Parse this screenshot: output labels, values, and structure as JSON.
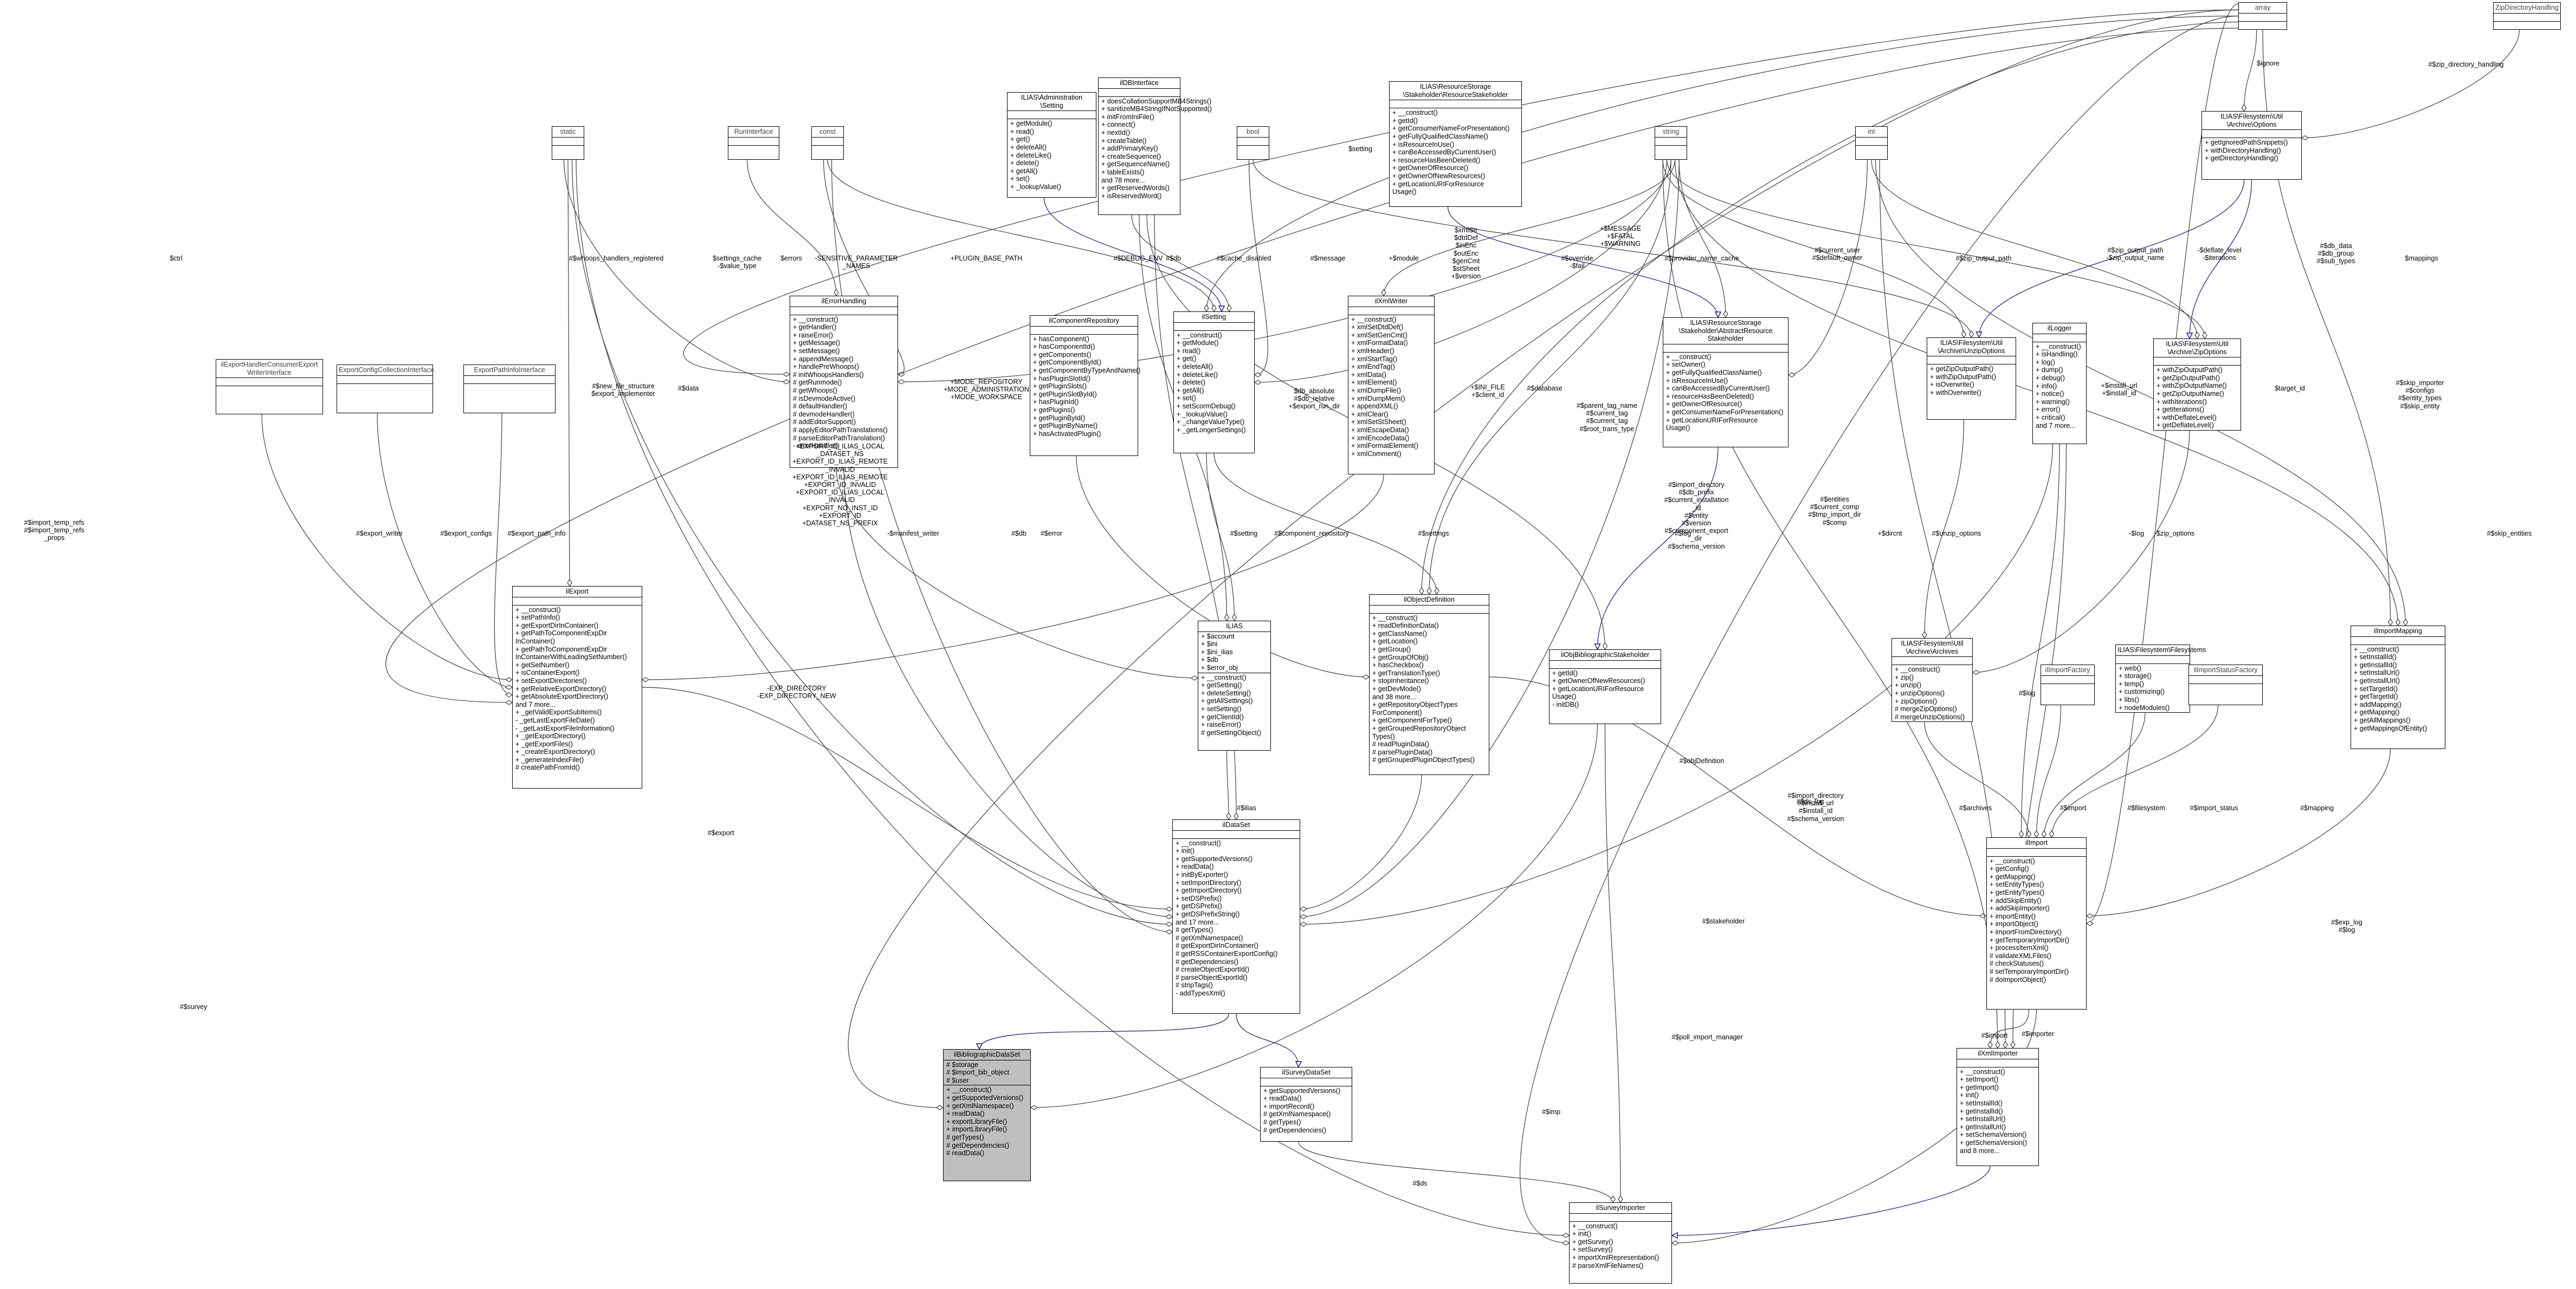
{
  "nodes": [
    {
      "id": "array",
      "title": "array",
      "attrs": [],
      "methods": []
    },
    {
      "id": "zipdir",
      "title": "ZipDirectoryHandling",
      "attrs": [],
      "methods": []
    },
    {
      "id": "static",
      "title": "static",
      "attrs": [],
      "methods": []
    },
    {
      "id": "runiface",
      "title": "RunInterface",
      "attrs": [],
      "methods": []
    },
    {
      "id": "const",
      "title": "const",
      "attrs": [],
      "methods": []
    },
    {
      "id": "admin",
      "title": "ILIAS\\Administration\n\\Setting",
      "attrs": [],
      "methods": [
        "+ getModule()",
        "+ read()",
        "+ get()",
        "+ deleteAll()",
        "+ deleteLike()",
        "+ delete()",
        "+ getAll()",
        "+ set()",
        "+ _lookupValue()"
      ]
    },
    {
      "id": "dbiface",
      "title": "ilDBInterface",
      "attrs": [],
      "methods": [
        "+ doesCollationSupportMB4Strings()",
        "+ sanitizeMB4StringIfNotSupported()",
        "+ initFromIniFile()",
        "+ connect()",
        "+ nextId()",
        "+ createTable()",
        "+ addPrimaryKey()",
        "+ createSequence()",
        "+ getSequenceName()",
        "+ tableExists()",
        "and 78 more...",
        "+ getReservedWords()",
        "+ isReservedWord()"
      ]
    },
    {
      "id": "bool",
      "title": "bool",
      "attrs": [],
      "methods": []
    },
    {
      "id": "resstake",
      "title": "ILIAS\\ResourceStorage\n\\Stakeholder\\ResourceStakeholder",
      "attrs": [],
      "methods": [
        "+ __construct()",
        "+ getId()",
        "+ getConsumerNameForPresentation()",
        "+ getFullyQualifiedClassName()",
        "+ isResourceInUse()",
        "+ canBeAccessedByCurrentUser()",
        "+ resourceHasBeenDeleted()",
        "+ getOwnerOfResource()",
        "+ getOwnerOfNewResources()",
        "+ getLocationURIForResource",
        "Usage()"
      ]
    },
    {
      "id": "string",
      "title": "string",
      "attrs": [],
      "methods": []
    },
    {
      "id": "int",
      "title": "int",
      "attrs": [],
      "methods": []
    },
    {
      "id": "archopts",
      "title": "ILIAS\\Filesystem\\Util\n\\Archive\\Options",
      "attrs": [],
      "methods": [
        "+ getIgnoredPathSnippets()",
        "+ withDirectoryHandling()",
        "+ getDirectoryHandling()"
      ]
    },
    {
      "id": "errhandling",
      "title": "ilErrorHandling",
      "attrs": [],
      "methods": [
        "+ __construct()",
        "+ getHandler()",
        "+ raiseError()",
        "+ getMessage()",
        "+ setMessage()",
        "+ appendMessage()",
        "+ handlePreWhoops()",
        "# initWhoopsHandlers()",
        "# getRunmode()",
        "# getWhoops()",
        "# isDevmodeActive()",
        "# defaultHandler()",
        "# devmodeHandler()",
        "# addEditorSupport()",
        "# applyEditorPathTranslations()",
        "# parseEditorPathTranslation()",
        "- errorHandler()"
      ]
    },
    {
      "id": "comprepo",
      "title": "ilComponentRepository",
      "attrs": [],
      "methods": [
        "+ hasComponent()",
        "+ hasComponentId()",
        "+ getComponents()",
        "+ getComponentById()",
        "+ getComponentByTypeAndName()",
        "+ hasPluginSlotId()",
        "+ getPluginSlots()",
        "+ getPluginSlotById()",
        "+ hasPluginId()",
        "+ getPlugins()",
        "+ getPluginById()",
        "+ getPluginByName()",
        "+ hasActivatedPlugin()"
      ]
    },
    {
      "id": "setting",
      "title": "ilSetting",
      "attrs": [],
      "methods": [
        "+ __construct()",
        "+ getModule()",
        "+ read()",
        "+ get()",
        "+ deleteAll()",
        "+ deleteLike()",
        "+ delete()",
        "+ getAll()",
        "+ set()",
        "+ setScormDebug()",
        "+ _lookupValue()",
        "+ _changeValueType()",
        "+ _getLongerSettings()"
      ]
    },
    {
      "id": "xmlwriter",
      "title": "ilXmlWriter",
      "attrs": [],
      "methods": [
        "+ __construct()",
        "+ xmlSetDtdDef()",
        "+ xmlSetGenCmt()",
        "+ xmlFormatData()",
        "+ xmlHeader()",
        "+ xmlStartTag()",
        "+ xmlEndTag()",
        "+ xmlData()",
        "+ xmlElement()",
        "+ xmlDumpFile()",
        "+ xmlDumpMem()",
        "+ appendXML()",
        "+ xmlClear()",
        "+ xmlSetStSheet()",
        "+ xmlEscapeData()",
        "+ xmlEncodeData()",
        "+ xmlFormatElement()",
        "+ xmlComment()"
      ]
    },
    {
      "id": "absstake",
      "title": "ILIAS\\ResourceStorage\n\\Stakeholder\\AbstractResource\nStakeholder",
      "attrs": [],
      "methods": [
        "+ __construct()",
        "+ setOwner()",
        "+ getFullyQualifiedClassName()",
        "+ isResourceInUse()",
        "+ canBeAccessedByCurrentUser()",
        "+ resourceHasBeenDeleted()",
        "+ getOwnerOfResource()",
        "+ getConsumerNameForPresentation()",
        "+ getLocationURIForResource",
        "Usage()"
      ]
    },
    {
      "id": "unzipopts",
      "title": "ILIAS\\Filesystem\\Util\n\\Archive\\UnzipOptions",
      "attrs": [],
      "methods": [
        "+ getZipOutputPath()",
        "+ withZipOutputPath()",
        "+ isOverwrite()",
        "+ withOverwrite()"
      ]
    },
    {
      "id": "logger",
      "title": "ilLogger",
      "attrs": [],
      "methods": [
        "+ __construct()",
        "+ isHandling()",
        "+ log()",
        "+ dump()",
        "+ debug()",
        "+ info()",
        "+ notice()",
        "+ warning()",
        "+ error()",
        "+ critical()",
        "and 7 more..."
      ]
    },
    {
      "id": "zipopts",
      "title": "ILIAS\\Filesystem\\Util\n\\Archive\\ZipOptions",
      "attrs": [],
      "methods": [
        "+ withZipOutputPath()",
        "+ getZipOutputPath()",
        "+ withZipOutputName()",
        "+ getZipOutputName()",
        "+ withIterations()",
        "+ getIterations()",
        "+ withDeflateLevel()",
        "+ getDeflateLevel()"
      ]
    },
    {
      "id": "ehcw",
      "title": "ilExportHandlerConsumerExport\nWriterInterface",
      "attrs": [],
      "methods": []
    },
    {
      "id": "ecc",
      "title": "ExportConfigCollectionInterface",
      "attrs": [],
      "methods": []
    },
    {
      "id": "epi",
      "title": "ExportPathInfoInterface",
      "attrs": [],
      "methods": []
    },
    {
      "id": "export",
      "title": "ilExport",
      "attrs": [],
      "methods": [
        "+ __construct()",
        "+ setPathInfo()",
        "+ getExportDirInContainer()",
        "+ getPathToComponentExpDir",
        "InContainer()",
        "+ getPathToComponentExpDir",
        "InContainerWithLeadingSetNumber()",
        "+ getSetNumber()",
        "+ isContainerExport()",
        "+ setExportDirectories()",
        "+ getRelativeExportDirectory()",
        "+ getAbsoluteExportDirectory()",
        "and 7 more...",
        "+ _getValidExportSubItems()",
        "- _getLastExportFileDate()",
        "- _getLastExportFileInformation()",
        "+ _getExportDirectory()",
        "+ _getExportFiles()",
        "+ _createExportDirectory()",
        "+ _generateIndexFile()",
        "# createPathFromId()"
      ]
    },
    {
      "id": "ilias",
      "title": "ILIAS",
      "attrs": [
        "+ $account",
        "+ $ini",
        "+ $ini_ilias",
        "+ $db",
        "+ $error_obj"
      ],
      "methods": [
        "+ __construct()",
        "+ getSetting()",
        "+ deleteSetting()",
        "+ getAllSettings()",
        "+ setSetting()",
        "+ getClientId()",
        "+ raiseError()",
        "# getSettingObject()"
      ]
    },
    {
      "id": "objdef",
      "title": "ilObjectDefinition",
      "attrs": [],
      "methods": [
        "+ __construct()",
        "+ readDefinitionData()",
        "+ getClassName()",
        "+ getLocation()",
        "+ getGroup()",
        "+ getGroupOfObj()",
        "+ hasCheckbox()",
        "+ getTranslationType()",
        "+ stopInheritance()",
        "+ getDevMode()",
        "and 38 more...",
        "+ getRepositoryObjectTypes",
        "ForComponent()",
        "+ getComponentForType()",
        "+ getGroupedRepositoryObject",
        "Types()",
        "# readPluginData()",
        "# parsePluginData()",
        "# getGroupedPluginObjectTypes()"
      ]
    },
    {
      "id": "objbib",
      "title": "ilObjBibliographicStakeholder",
      "attrs": [],
      "methods": [
        "+ getId()",
        "+ getOwnerOfNewResources()",
        "+ getLocationURIForResource",
        "Usage()",
        "- initDB()"
      ]
    },
    {
      "id": "unzip",
      "title": "ILIAS\\Filesystem\\Util\n\\Archive\\Archives",
      "attrs": [],
      "methods": [
        "+ __construct()",
        "+ zip()",
        "+ unzip()",
        "+ unzipOptions()",
        "+ zipOptions()",
        "# mergeZipOptions()",
        "# mergeUnzipOptions()"
      ]
    },
    {
      "id": "importfactory",
      "title": "ilImportFactory",
      "attrs": [],
      "methods": []
    },
    {
      "id": "fsys",
      "title": "ILIAS\\Filesystem\\Filesystems",
      "attrs": [],
      "methods": [
        "+ web()",
        "+ storage()",
        "+ temp()",
        "+ customizing()",
        "+ libs()",
        "+ nodeModules()"
      ]
    },
    {
      "id": "isf",
      "title": "ilImportStatusFactory",
      "attrs": [],
      "methods": []
    },
    {
      "id": "importmap",
      "title": "ilImportMapping",
      "attrs": [],
      "methods": [
        "+ __construct()",
        "+ setInstallId()",
        "+ getInstallId()",
        "+ setInstallUrl()",
        "+ getInstallUrl()",
        "+ setTargetId()",
        "+ getTargetId()",
        "+ addMapping()",
        "+ getMapping()",
        "+ getAllMappings()",
        "+ getMappingsOfEntity()"
      ]
    },
    {
      "id": "dataset",
      "title": "ilDataSet",
      "attrs": [],
      "methods": [
        "+ __construct()",
        "+ init()",
        "+ getSupportedVersions()",
        "+ readData()",
        "+ initByExporter()",
        "+ setImportDirectory()",
        "+ getImportDirectory()",
        "+ setDSPrefix()",
        "+ getDSPrefix()",
        "+ getDSPrefixString()",
        "and 17 more...",
        "# getTypes()",
        "# getXmlNamespace()",
        "# getExportDirInContainer()",
        "# getRSSContainerExportConfig()",
        "# getDependencies()",
        "# createObjectExportId()",
        "# parseObjectExportId()",
        "# stripTags()",
        "- addTypesXml()"
      ]
    },
    {
      "id": "import",
      "title": "ilImport",
      "attrs": [],
      "methods": [
        "+ __construct()",
        "+ getConfig()",
        "+ getMapping()",
        "+ setEntityTypes()",
        "+ getEntityTypes()",
        "+ addSkipEntity()",
        "+ addSkipImporter()",
        "+ importEntity()",
        "+ importObject()",
        "+ importFromDirectory()",
        "+ getTemporaryImportDir()",
        "+ processItemXml()",
        "# validateXMLFiles()",
        "# checkStatuses()",
        "# setTemporaryImportDir()",
        "# doImportObject()"
      ]
    },
    {
      "id": "bibds",
      "title": "ilBibliographicDataSet",
      "attrs": [
        "# $storage",
        "# $import_bib_object",
        "# $user"
      ],
      "methods": [
        "+ __construct()",
        "+ getSupportedVersions()",
        "+ getXmlNamespace()",
        "+ readData()",
        "+ exportLibraryFile()",
        "+ importLibraryFile()",
        "# getTypes()",
        "# getDependencies()",
        "# readData()"
      ]
    },
    {
      "id": "surveyds",
      "title": "ilSurveyDataSet",
      "attrs": [],
      "methods": [
        "+ getSupportedVersions()",
        "+ readData()",
        "+ importRecord()",
        "# getXmlNamespace()",
        "# getTypes()",
        "# getDependencies()"
      ]
    },
    {
      "id": "xmlimporter",
      "title": "ilXmlImporter",
      "attrs": [],
      "methods": [
        "+ __construct()",
        "+ setImport()",
        "+ getImport()",
        "+ init()",
        "+ setInstallId()",
        "+ getInstallId()",
        "+ setInstallUrl()",
        "+ getInstallUrl()",
        "+ setSchemaVersion()",
        "+ getSchemaVersion()",
        "and 8 more..."
      ]
    },
    {
      "id": "surveyimp",
      "title": "ilSurveyImporter",
      "attrs": [],
      "methods": [
        "+ __construct()",
        "+ init()",
        "+ getSurvey()",
        "+ setSurvey()",
        "+ importXmlRepresentation()",
        "# parseXmlFileNames()"
      ]
    }
  ],
  "edge_labels": [
    {
      "id": "l1",
      "text": "$ignore"
    },
    {
      "id": "l2",
      "text": "#$zip_directory_handling"
    },
    {
      "id": "l3",
      "text": "$ctrl"
    },
    {
      "id": "l4",
      "text": "$setting"
    },
    {
      "id": "l5",
      "text": "$mappings"
    },
    {
      "id": "l6",
      "text": "#$whoops_handlers_registered"
    },
    {
      "id": "l7",
      "text": "$settings_cache\n-$value_type"
    },
    {
      "id": "l8",
      "text": "$errors"
    },
    {
      "id": "l9",
      "text": "-SENSITIVE_PARAMETER\n_NAMES"
    },
    {
      "id": "l10",
      "text": "+PLUGIN_BASE_PATH"
    },
    {
      "id": "l11",
      "text": "#$DEBUG_ENV"
    },
    {
      "id": "l12",
      "text": "#$db"
    },
    {
      "id": "l13",
      "text": "#$cache_disabled"
    },
    {
      "id": "l14",
      "text": "#$message"
    },
    {
      "id": "l15",
      "text": "+$module"
    },
    {
      "id": "l16",
      "text": "$xmlStr\n$dtdDef\n$inEnc\n$outEnc\n$genCmt\n$stSheet\n+$version"
    },
    {
      "id": "l17",
      "text": "#$override\n-$fail"
    },
    {
      "id": "l18",
      "text": "+$MESSAGE\n+$FATAL\n+$WARNING"
    },
    {
      "id": "l19",
      "text": "#$provider_name_cache"
    },
    {
      "id": "l20",
      "text": "#$current_user\n#$default_owner"
    },
    {
      "id": "l21",
      "text": "#$zip_output_path"
    },
    {
      "id": "l22",
      "text": "#$zip_output_path\n-$zip_output_name"
    },
    {
      "id": "l23",
      "text": "-$deflate_level\n-$iterations"
    },
    {
      "id": "l24",
      "text": "#$db_data\n#$db_group\n#$sub_types"
    },
    {
      "id": "l25",
      "text": "#$import_temp_refs\n#$import_temp_refs\n_props"
    },
    {
      "id": "l26",
      "text": "#$new_file_structure\n$export_implementer"
    },
    {
      "id": "l27",
      "text": "#$data"
    },
    {
      "id": "l28",
      "text": "+MODE_REPOSITORY\n+MODE_ADMINISTRATION\n+MODE_WORKSPACE"
    },
    {
      "id": "l29",
      "text": "$db_absolute\n#$db_relative\n+$export_run_dir"
    },
    {
      "id": "l30",
      "text": "+$INI_FILE\n+$client_id"
    },
    {
      "id": "l31",
      "text": "#$database"
    },
    {
      "id": "l32",
      "text": "#$parent_tag_name\n#$current_tag\n#$current_tag\n#$root_trans_type"
    },
    {
      "id": "l33",
      "text": "#$skip_importer\n#$configs\n#$entity_types\n#$skip_entity"
    },
    {
      "id": "l34",
      "text": "+$install_url\n+$install_id"
    },
    {
      "id": "l35",
      "text": "$target_id"
    },
    {
      "id": "l36",
      "text": "#$skip_entities"
    },
    {
      "id": "l37",
      "text": "+EXPORT_ID_ILIAS_LOCAL\n_DATASET_NS\n+EXPORT_ID_ILIAS_REMOTE\n_INVALID\n+EXPORT_ID_ILIAS_REMOTE\n+EXPORT_ID_INVALID\n+EXPORT_ID_ILIAS_LOCAL\n_INVALID\n+EXPORT_NO_INST_ID\n+EXPORT_ID\n+DATASET_NS_PREFIX"
    },
    {
      "id": "l38",
      "text": "#$export_writer"
    },
    {
      "id": "l39",
      "text": "#$export_configs"
    },
    {
      "id": "l40",
      "text": "#$export_path_info"
    },
    {
      "id": "l41",
      "text": "-$manifest_writer"
    },
    {
      "id": "l42",
      "text": "#$db"
    },
    {
      "id": "l43",
      "text": "#$error"
    },
    {
      "id": "l44",
      "text": "#$setting"
    },
    {
      "id": "l45",
      "text": "#$component_repository"
    },
    {
      "id": "l46",
      "text": "#$settings"
    },
    {
      "id": "l47",
      "text": "#$log"
    },
    {
      "id": "l48",
      "text": "#$import_directory\n#$db_prefix\n#$current_installation\n_id\n#$entity\n#$version\n#$component_export\n_dir\n#$schema_version"
    },
    {
      "id": "l49",
      "text": "#$entities\n#$current_comp\n#$tmp_import_dir\n#$comp"
    },
    {
      "id": "l50",
      "text": "+$dircnt"
    },
    {
      "id": "l51",
      "text": "#$unzip_options"
    },
    {
      "id": "l52",
      "text": "-$zip_options"
    },
    {
      "id": "l53",
      "text": "-$log"
    },
    {
      "id": "l54",
      "text": "-EXP_DIRECTORY\n-EXP_DIRECTORY_NEW"
    },
    {
      "id": "l55",
      "text": "#$objDefinition"
    },
    {
      "id": "l56",
      "text": "#$ilias"
    },
    {
      "id": "l57",
      "text": "#$export"
    },
    {
      "id": "l58",
      "text": "#$import_directory\n#$install_url\n#$install_id\n#$schema_version"
    },
    {
      "id": "l59",
      "text": "#$ds_log"
    },
    {
      "id": "l60",
      "text": "#$log"
    },
    {
      "id": "l61",
      "text": "#$archives"
    },
    {
      "id": "l62",
      "text": "#$import"
    },
    {
      "id": "l63",
      "text": "#$filesystem"
    },
    {
      "id": "l64",
      "text": "#$import_status"
    },
    {
      "id": "l65",
      "text": "#$mapping"
    },
    {
      "id": "l66",
      "text": "#$exp_log\n#$log"
    },
    {
      "id": "l67",
      "text": "#$stakeholder"
    },
    {
      "id": "l68",
      "text": "#$poll_import_manager"
    },
    {
      "id": "l69",
      "text": "#$survey"
    },
    {
      "id": "l70",
      "text": "#$imp"
    },
    {
      "id": "l71",
      "text": "#$importer"
    },
    {
      "id": "l72",
      "text": "#$import"
    },
    {
      "id": "l73",
      "text": "#$ds"
    }
  ]
}
